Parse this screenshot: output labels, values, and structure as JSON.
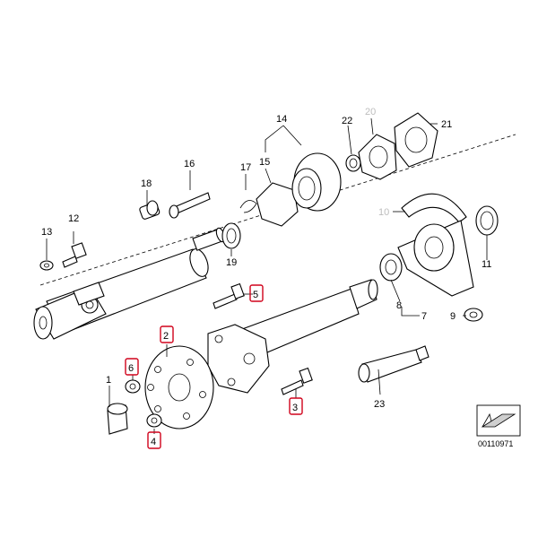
{
  "callouts": [
    {
      "id": "1",
      "label": "1",
      "highlight": false
    },
    {
      "id": "2",
      "label": "2",
      "highlight": true
    },
    {
      "id": "3",
      "label": "3",
      "highlight": true
    },
    {
      "id": "4",
      "label": "4",
      "highlight": true
    },
    {
      "id": "5",
      "label": "5",
      "highlight": true
    },
    {
      "id": "6",
      "label": "6",
      "highlight": true
    },
    {
      "id": "7",
      "label": "7",
      "highlight": false
    },
    {
      "id": "8",
      "label": "8",
      "highlight": false
    },
    {
      "id": "9",
      "label": "9",
      "highlight": false
    },
    {
      "id": "10",
      "label": "10",
      "highlight": false,
      "muted": true
    },
    {
      "id": "11",
      "label": "11",
      "highlight": false
    },
    {
      "id": "12",
      "label": "12",
      "highlight": false
    },
    {
      "id": "13",
      "label": "13",
      "highlight": false
    },
    {
      "id": "14",
      "label": "14",
      "highlight": false
    },
    {
      "id": "15",
      "label": "15",
      "highlight": false
    },
    {
      "id": "16",
      "label": "16",
      "highlight": false
    },
    {
      "id": "17",
      "label": "17",
      "highlight": false
    },
    {
      "id": "18",
      "label": "18",
      "highlight": false
    },
    {
      "id": "19",
      "label": "19",
      "highlight": false
    },
    {
      "id": "20",
      "label": "20",
      "highlight": false,
      "muted": true
    },
    {
      "id": "21",
      "label": "21",
      "highlight": false
    },
    {
      "id": "22",
      "label": "22",
      "highlight": false
    },
    {
      "id": "23",
      "label": "23",
      "highlight": false
    }
  ],
  "diagram_code": "00110971",
  "colors": {
    "highlight": "#d0021b",
    "line": "#000000",
    "muted": "#bdbdbd"
  }
}
